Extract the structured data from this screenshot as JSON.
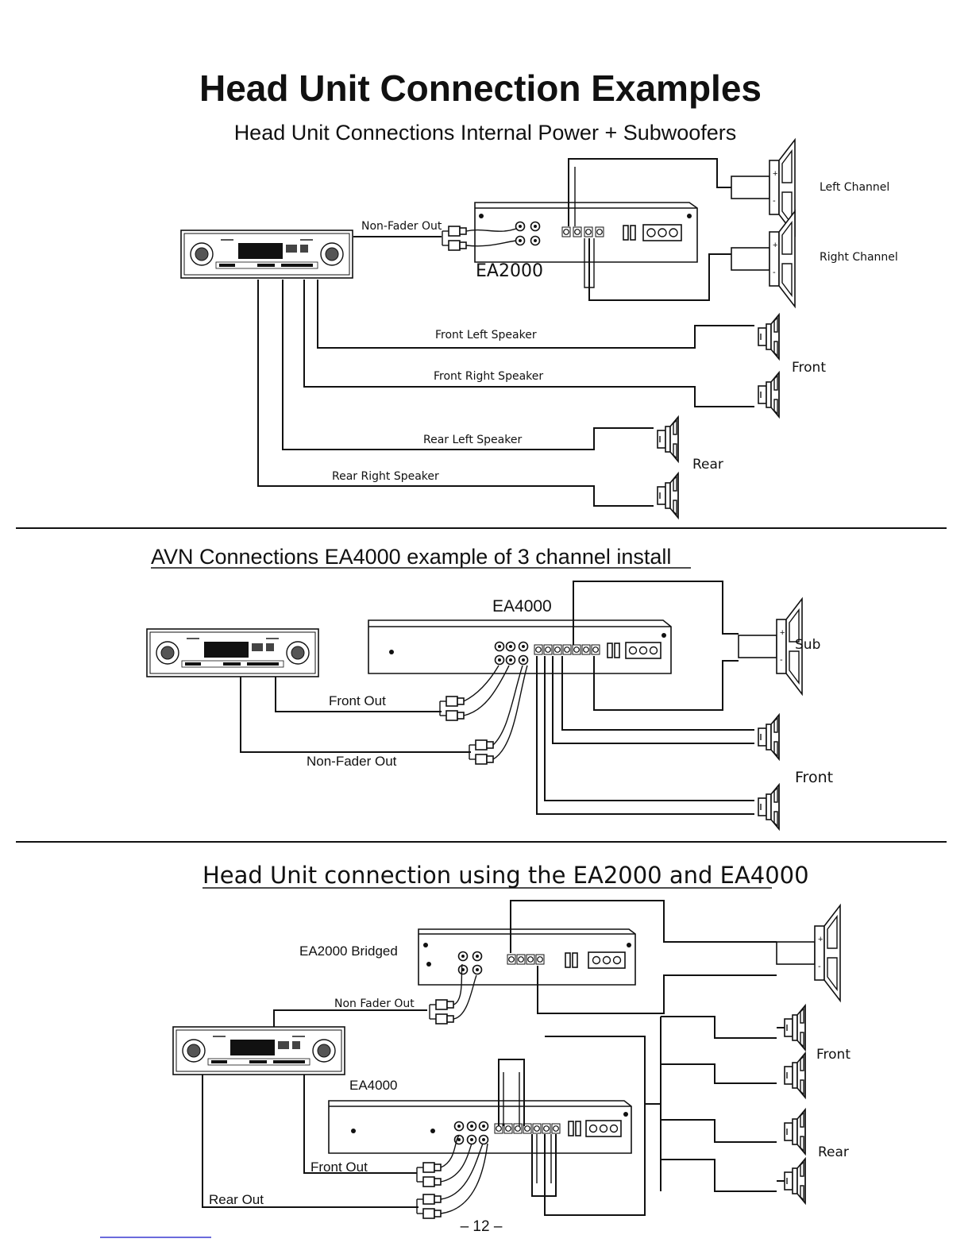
{
  "title": "Head Unit Connection Examples",
  "section1": {
    "heading": "Head Unit Connections Internal Power + Subwoofers",
    "amp_label": "EA2000",
    "non_fader_out": "Non-Fader Out",
    "left_channel": "Left Channel",
    "right_channel": "Right Channel",
    "front_left": "Front Left Speaker",
    "front_right": "Front Right Speaker",
    "rear_left": "Rear Left Speaker",
    "rear_right": "Rear Right Speaker",
    "front": "Front",
    "rear": "Rear"
  },
  "section2": {
    "heading": "AVN Connections EA4000 example of 3 channel install",
    "amp_label": "EA4000",
    "front_out": "Front Out",
    "non_fader_out": "Non-Fader Out",
    "sub": "Sub",
    "front": "Front"
  },
  "section3": {
    "heading": "Head Unit connection using the EA2000 and EA4000",
    "ea2000_bridged": "EA2000 Bridged",
    "non_fader_out": "Non Fader Out",
    "amp_label": "EA4000",
    "front_out": "Front Out",
    "rear_out": "Rear Out",
    "front": "Front",
    "rear": "Rear"
  },
  "page_number": "– 12 –"
}
